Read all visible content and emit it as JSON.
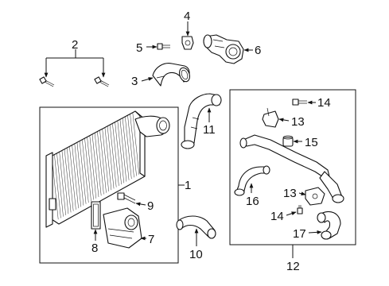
{
  "diagram": {
    "callouts": [
      {
        "id": "c1",
        "text": "1"
      },
      {
        "id": "c2",
        "text": "2"
      },
      {
        "id": "c3",
        "text": "3"
      },
      {
        "id": "c4",
        "text": "4"
      },
      {
        "id": "c5",
        "text": "5"
      },
      {
        "id": "c6",
        "text": "6"
      },
      {
        "id": "c7",
        "text": "7"
      },
      {
        "id": "c8",
        "text": "8"
      },
      {
        "id": "c9",
        "text": "9"
      },
      {
        "id": "c10",
        "text": "10"
      },
      {
        "id": "c11",
        "text": "11"
      },
      {
        "id": "c12",
        "text": "12"
      },
      {
        "id": "c13a",
        "text": "13"
      },
      {
        "id": "c13b",
        "text": "13"
      },
      {
        "id": "c14a",
        "text": "14"
      },
      {
        "id": "c14b",
        "text": "14"
      },
      {
        "id": "c15",
        "text": "15"
      },
      {
        "id": "c16",
        "text": "16"
      },
      {
        "id": "c17",
        "text": "17"
      }
    ]
  }
}
